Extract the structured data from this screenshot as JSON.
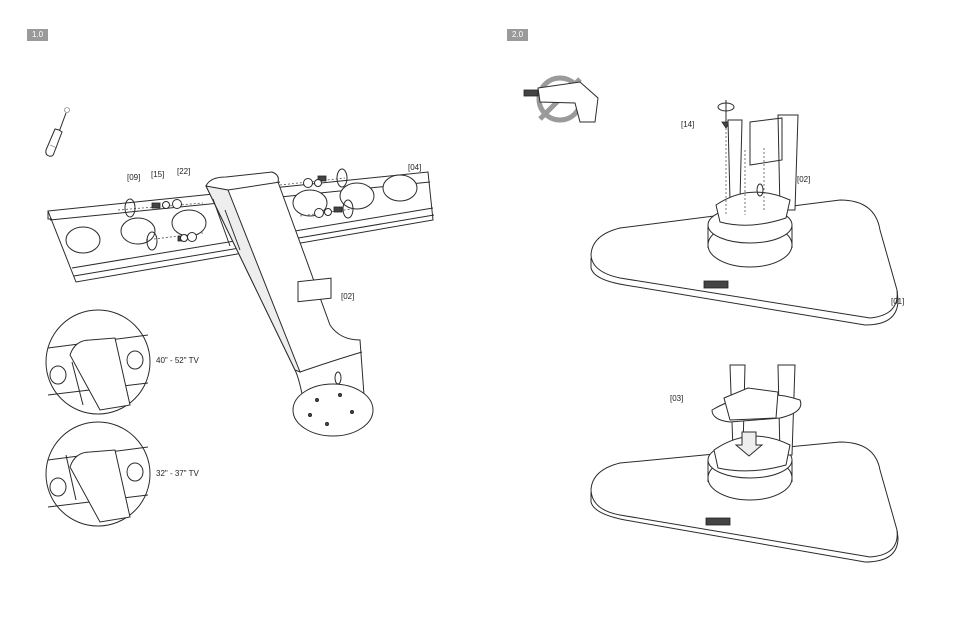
{
  "steps": [
    {
      "number": "1.0"
    },
    {
      "number": "2.0"
    }
  ],
  "part_labels": {
    "p09": "[09]",
    "p15": "[15]",
    "p22": "[22]",
    "p04": "[04]",
    "p02_step1": "[02]",
    "p14": "[14]",
    "p02_step2": "[02]",
    "p01": "[01]",
    "p03": "[03]"
  },
  "tv_sizes": {
    "large": "40\" - 52\" TV",
    "small": "32\" - 37\" TV"
  },
  "icons": [
    "screwdriver-icon",
    "no-power-drill-icon",
    "rotate-arrow-icon"
  ]
}
